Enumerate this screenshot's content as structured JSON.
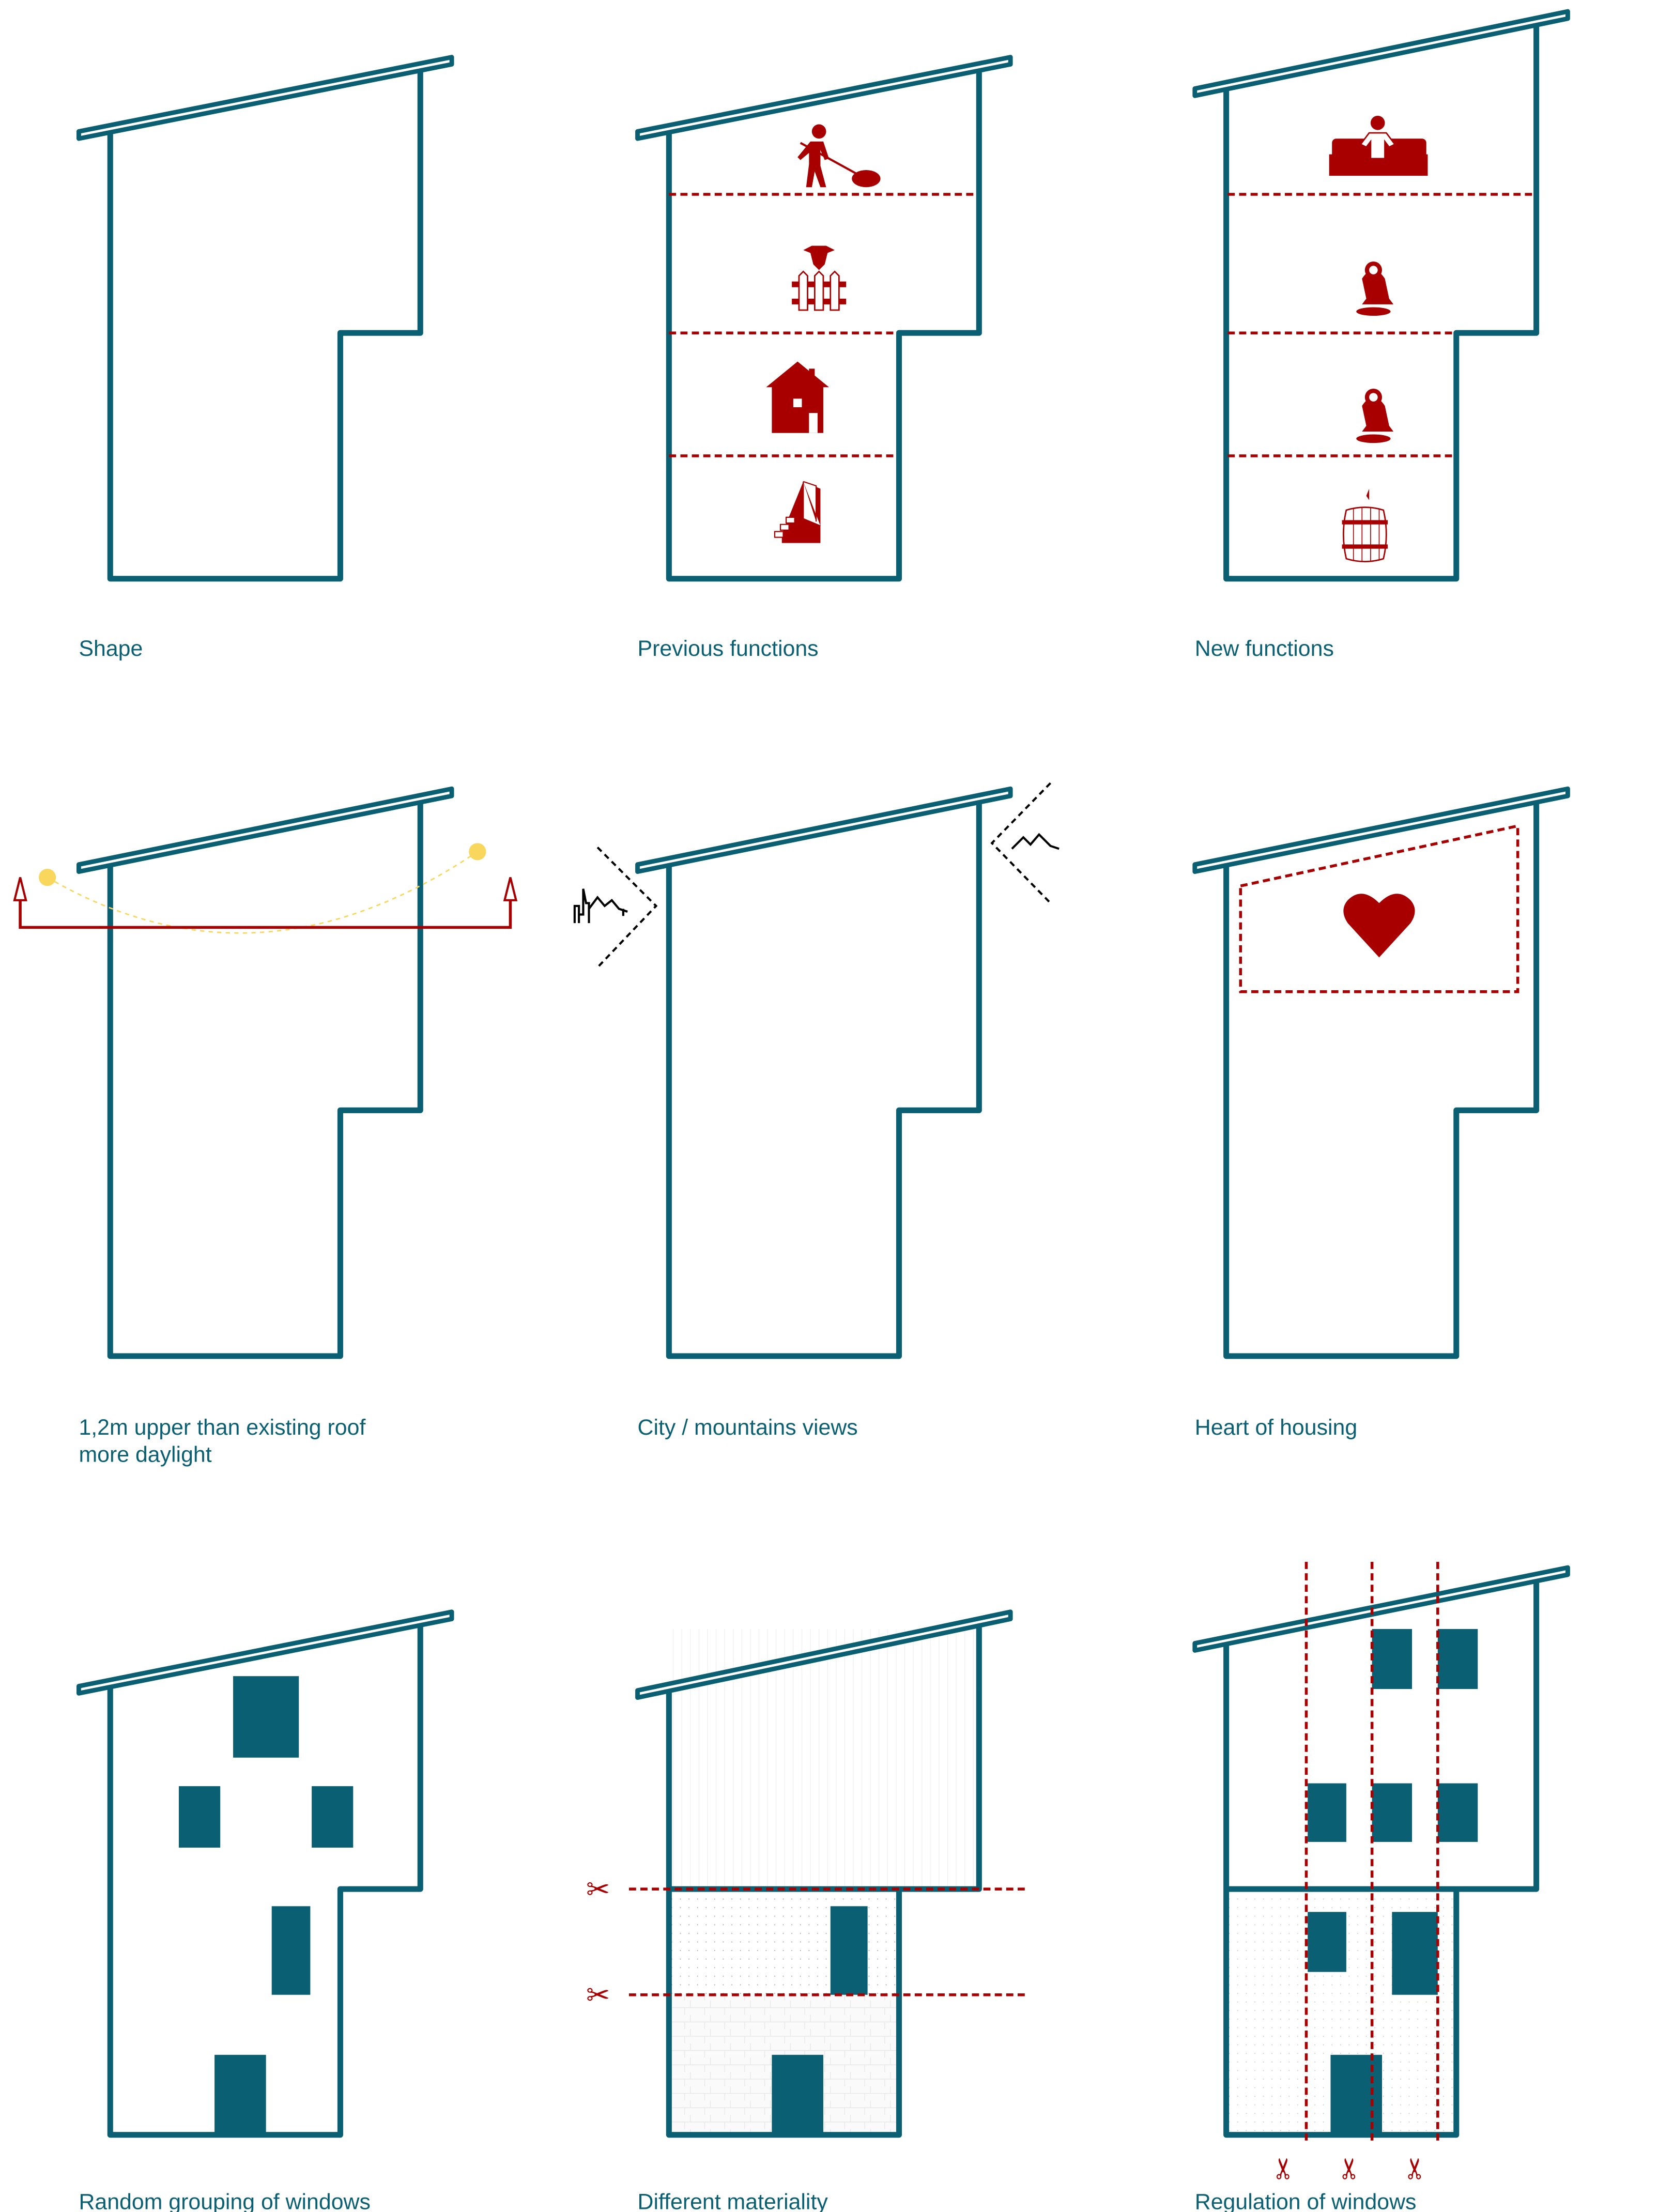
{
  "colors": {
    "building": "#0a5f73",
    "accent": "#a80000",
    "sun": "#f9d65c",
    "view": "#000000"
  },
  "panels": [
    {
      "label": "Shape"
    },
    {
      "label": "Previous functions",
      "icons": [
        "farmer-icon",
        "cow-fence-icon",
        "house-icon",
        "stairs-door-icon"
      ]
    },
    {
      "label": "New functions",
      "icons": [
        "sofa-icon",
        "yoga-icon",
        "yoga-icon",
        "wine-barrel-icon"
      ]
    },
    {
      "label": "1,2m upper than existing roof",
      "label2": "more daylight"
    },
    {
      "label": "City / mountains views"
    },
    {
      "label": "Heart of housing"
    },
    {
      "label": "Random grouping of windows"
    },
    {
      "label": "Different materiality"
    },
    {
      "label": "Regulation of windows"
    }
  ]
}
